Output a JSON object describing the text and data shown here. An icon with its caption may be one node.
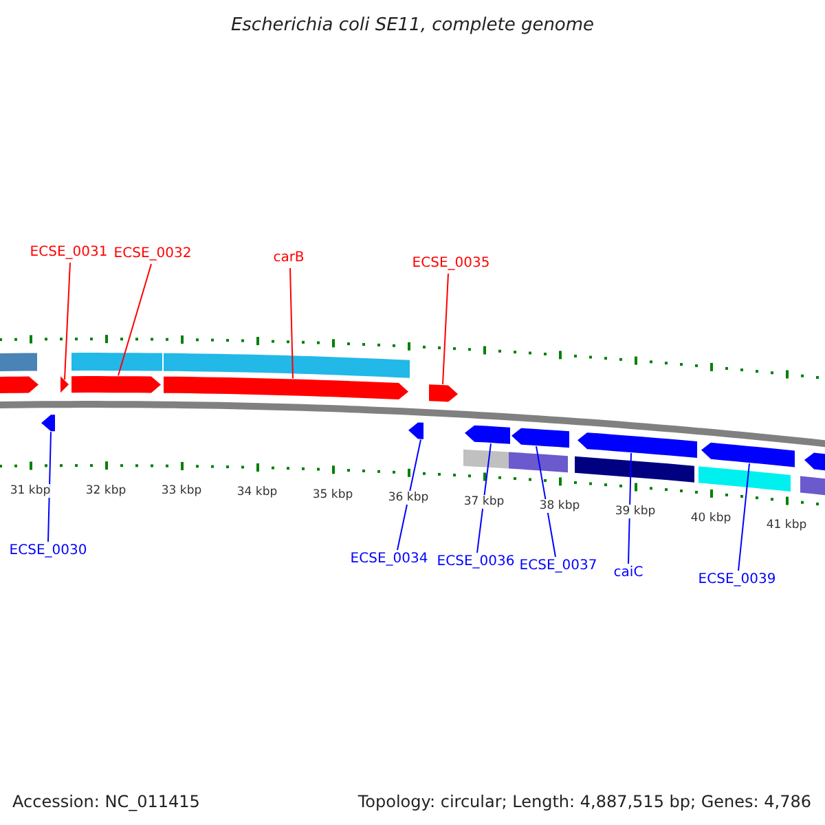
{
  "diagram": {
    "title": "Escherichia coli SE11, complete genome",
    "nodes": [
      {
        "text": [
          "ECSE_0031"
        ]
      },
      {
        "text": [
          "ECSE_0032"
        ]
      },
      {
        "text": [
          "carB"
        ]
      },
      {
        "text": [
          "ECSE_0035"
        ]
      },
      {
        "text": [
          "ECSE_0030"
        ]
      },
      {
        "text": [
          "ECSE_0034"
        ]
      },
      {
        "text": [
          "ECSE_0036"
        ]
      },
      {
        "text": [
          "ECSE_0037"
        ]
      },
      {
        "text": [
          "caiC"
        ]
      },
      {
        "text": [
          "ECSE_0039"
        ]
      },
      {
        "text": [],
        "shape": "bar"
      },
      {
        "text": [],
        "shape": "bar"
      },
      {
        "text": [],
        "shape": "bar"
      },
      {
        "text": [],
        "shape": "box"
      },
      {
        "text": [],
        "shape": "box"
      },
      {
        "text": [],
        "shape": "box"
      },
      {
        "text": [],
        "shape": "box"
      },
      {
        "text": [],
        "shape": "box"
      },
      {
        "text": [],
        "shape": "box"
      },
      {
        "text": [],
        "shape": "box"
      },
      {
        "text": [],
        "shape": "box"
      },
      {
        "text": [],
        "shape": "box"
      },
      {
        "text": [],
        "shape": "box"
      },
      {
        "text": [],
        "shape": "box"
      },
      {
        "text": [],
        "shape": "box"
      },
      {
        "text": [],
        "shape": "bar"
      },
      {
        "text": [],
        "shape": "bar"
      },
      {
        "text": [],
        "shape": "bar"
      },
      {
        "text": [],
        "shape": "bar"
      },
      {
        "text": [],
        "shape": "bar"
      }
    ],
    "edges": [
      {
        "from": 0,
        "to": 14,
        "arrow": "none",
        "color": "#ff0000"
      },
      {
        "from": 1,
        "to": 15,
        "arrow": "none",
        "color": "#ff0000"
      },
      {
        "from": 2,
        "to": 16,
        "arrow": "none",
        "color": "#ff0000"
      },
      {
        "from": 3,
        "to": 17,
        "arrow": "none",
        "color": "#ff0000"
      },
      {
        "from": 4,
        "to": 18,
        "arrow": "none"
      },
      {
        "from": 5,
        "to": 19,
        "arrow": "none"
      },
      {
        "from": 6,
        "to": 20,
        "arrow": "none"
      },
      {
        "from": 7,
        "to": 21,
        "arrow": "none"
      },
      {
        "from": 8,
        "to": 22,
        "arrow": "none"
      },
      {
        "from": 9,
        "to": 23,
        "arrow": "none"
      }
    ],
    "labels": [
      "31 kbp",
      "32 kbp",
      "33 kbp",
      "34 kbp",
      "35 kbp",
      "36 kbp",
      "37 kbp",
      "38 kbp",
      "39 kbp",
      "40 kbp",
      "41 kbp",
      "Accession: NC_011415",
      "Topology: circular; Length: 4,887,515 bp; Genes: 4,786"
    ]
  }
}
